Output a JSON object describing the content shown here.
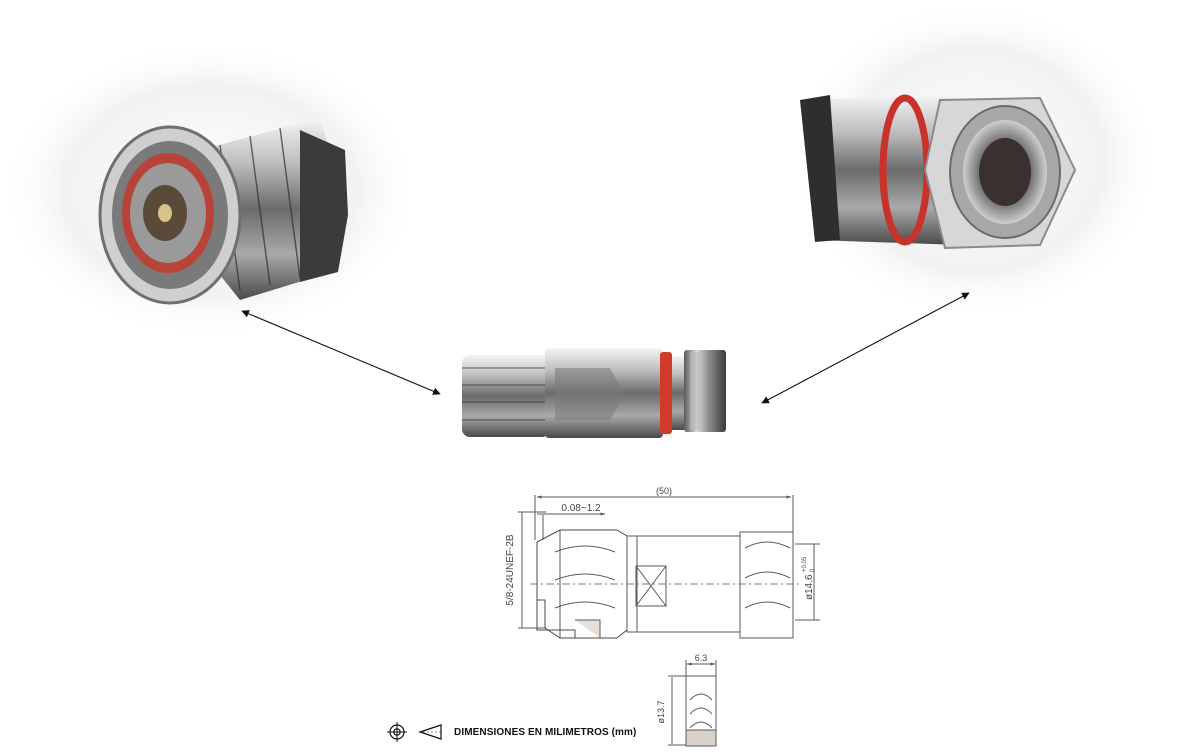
{
  "drawing": {
    "overall_length": "(50)",
    "gap_range": "0.08~1.2",
    "thread_spec": "5/8-24UNEF-2B",
    "outer_diameter": "ø14.6",
    "outer_diameter_tol_upper": "+0.05",
    "outer_diameter_tol_lower": "0",
    "detail_width": "6.3",
    "detail_diameter": "ø13.7"
  },
  "footer": {
    "icons": [
      "crosshair-projection-icon",
      "cone-projection-icon"
    ],
    "label": "DIMENSIONES EN MILIMETROS (mm)"
  },
  "colors": {
    "metal_light": "#e9e9e9",
    "metal_dark": "#3a3a3a",
    "gasket_red": "#d23a2a",
    "line": "#555555"
  }
}
